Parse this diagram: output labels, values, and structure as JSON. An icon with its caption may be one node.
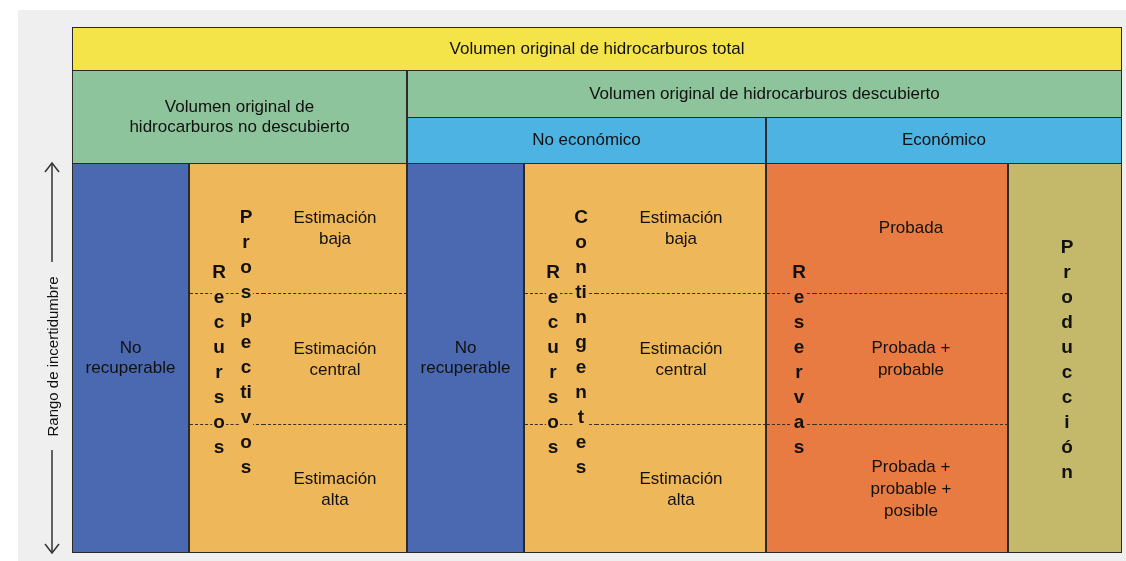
{
  "diagram": {
    "nodes": [
      {
        "text": [
          "Volumen original de hidrocarburos total"
        ]
      },
      {
        "text": [
          "Volumen original de hidrocarburos no descubierto"
        ]
      },
      {
        "text": [
          "Volumen original de hidrocarburos descubierto"
        ]
      },
      {
        "text": [
          "No económico"
        ]
      },
      {
        "text": [
          "Económico"
        ]
      },
      {
        "text": [
          "No recuperable"
        ]
      },
      {
        "text": [
          "Recursos",
          "Prospectivos"
        ]
      },
      {
        "text": [
          "Estimación baja"
        ],
        "in": 6
      },
      {
        "text": [
          "Estimación central"
        ],
        "in": 6
      },
      {
        "text": [
          "Estimación alta"
        ],
        "in": 6
      },
      {
        "text": [
          "No recuperable"
        ]
      },
      {
        "text": [
          "Recursos",
          "Contingentes"
        ]
      },
      {
        "text": [
          "Estimación baja"
        ],
        "in": 11
      },
      {
        "text": [
          "Estimación central"
        ],
        "in": 11
      },
      {
        "text": [
          "Estimación alta"
        ],
        "in": 11
      },
      {
        "text": [
          "Reservas"
        ]
      },
      {
        "text": [
          "Probada"
        ],
        "in": 15
      },
      {
        "text": [
          "Probada + probable"
        ],
        "in": 15
      },
      {
        "text": [
          "Probada + probable + posible"
        ],
        "in": 15
      },
      {
        "text": [
          "Producción"
        ]
      }
    ],
    "labels": [
      "Rango de incertidumbre"
    ]
  }
}
